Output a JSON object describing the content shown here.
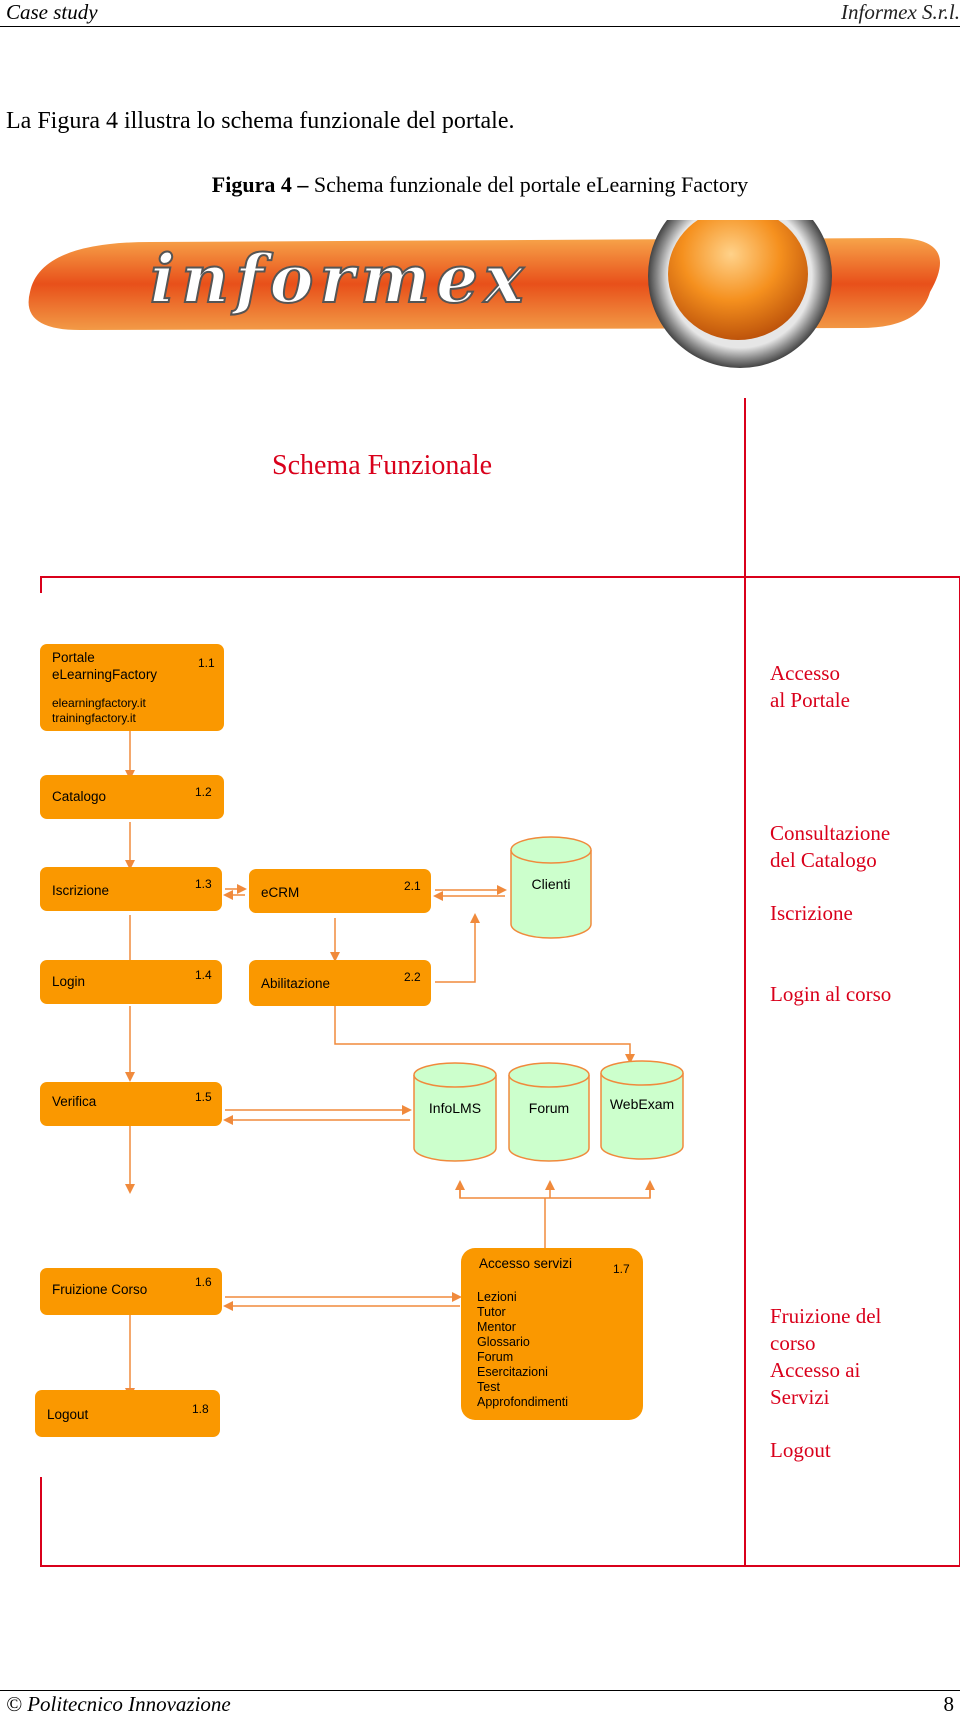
{
  "header": {
    "left": "Case study",
    "right": "Informex S.r.l."
  },
  "intro": "La Figura 4 illustra lo schema funzionale del portale.",
  "caption": {
    "label": "Figura 4 –",
    "text": "Schema funzionale del portale eLearning Factory"
  },
  "logo": {
    "text": "informex",
    "brand_color": "#e8501a",
    "accent_color": "#f5901e"
  },
  "diagram": {
    "title": "Schema Funzionale",
    "box_color": "#fa9800",
    "db_color": "#ccffcc",
    "line_color": "#d9001b",
    "arrow_color": "#f08a3c",
    "nodes": {
      "portale": {
        "line1": "Portale",
        "line2": "eLearningFactory",
        "line3": "elearningfactory.it",
        "line4": "trainingfactory.it",
        "num": "1.1"
      },
      "catalogo": {
        "label": "Catalogo",
        "num": "1.2"
      },
      "iscrizione": {
        "label": "Iscrizione",
        "num": "1.3"
      },
      "ecrm": {
        "label": "eCRM",
        "num": "2.1"
      },
      "clienti": {
        "label": "Clienti"
      },
      "login": {
        "label": "Login",
        "num": "1.4"
      },
      "abilitazione": {
        "label": "Abilitazione",
        "num": "2.2"
      },
      "verifica": {
        "label": "Verifica",
        "num": "1.5"
      },
      "infolms": {
        "label": "InfoLMS"
      },
      "forum": {
        "label": "Forum"
      },
      "webexam": {
        "label": "WebExam"
      },
      "fruizione": {
        "label": "Fruizione Corso",
        "num": "1.6"
      },
      "logout": {
        "label": "Logout",
        "num": "1.8"
      },
      "servizi": {
        "label": "Accesso servizi",
        "num": "1.7",
        "items": [
          "Lezioni",
          "Tutor",
          "Mentor",
          "Glossario",
          "Forum",
          "Esercitazioni",
          "Test",
          "Approfondimenti"
        ]
      }
    },
    "phases": {
      "accesso": "Accesso\nal Portale",
      "consultazione": "Consultazione\ndel Catalogo",
      "iscrizione": "Iscrizione",
      "login": "Login al corso",
      "fruizione": "Fruizione del\ncorso\nAccesso ai\nServizi",
      "logout": "Logout"
    }
  },
  "footer": {
    "left": "© Politecnico Innovazione",
    "page": "8"
  }
}
